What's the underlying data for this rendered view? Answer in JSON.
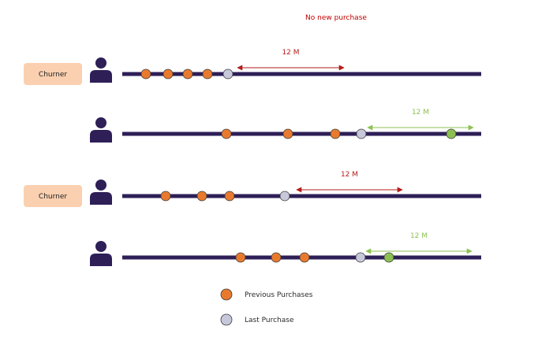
{
  "diagram": {
    "no_purchase_note": "No new purchase",
    "colors": {
      "timeline": "#2e1f57",
      "person": "#2e1f57",
      "previous": "#e87a2e",
      "last": "#c8c8dc",
      "new": "#8cc152",
      "churn_window": "#b31b1b",
      "active_window": "#8cc152",
      "badge": "#fbd0b0",
      "note": "#c00000"
    },
    "rows": [
      {
        "badge": "Churner",
        "previous": [
          185,
          213,
          238,
          263
        ],
        "last": 289,
        "new": null,
        "window": {
          "from": 301,
          "to": 436,
          "label": "12 M",
          "kind": "churn"
        }
      },
      {
        "badge": null,
        "previous": [
          287,
          365,
          425
        ],
        "last": 458,
        "new": 572,
        "window": {
          "from": 466,
          "to": 600,
          "label": "12 M",
          "kind": "active"
        }
      },
      {
        "badge": "Churner",
        "previous": [
          210,
          256,
          291
        ],
        "last": 361,
        "new": null,
        "window": {
          "from": 376,
          "to": 510,
          "label": "12 M",
          "kind": "churn"
        }
      },
      {
        "badge": null,
        "previous": [
          305,
          350,
          386
        ],
        "last": 457,
        "new": 493,
        "window": {
          "from": 464,
          "to": 598,
          "label": "12 M",
          "kind": "active"
        }
      }
    ],
    "legend": [
      {
        "kind": "previous",
        "label": "Previous Purchases"
      },
      {
        "kind": "last",
        "label": "Last Purchase"
      }
    ]
  }
}
